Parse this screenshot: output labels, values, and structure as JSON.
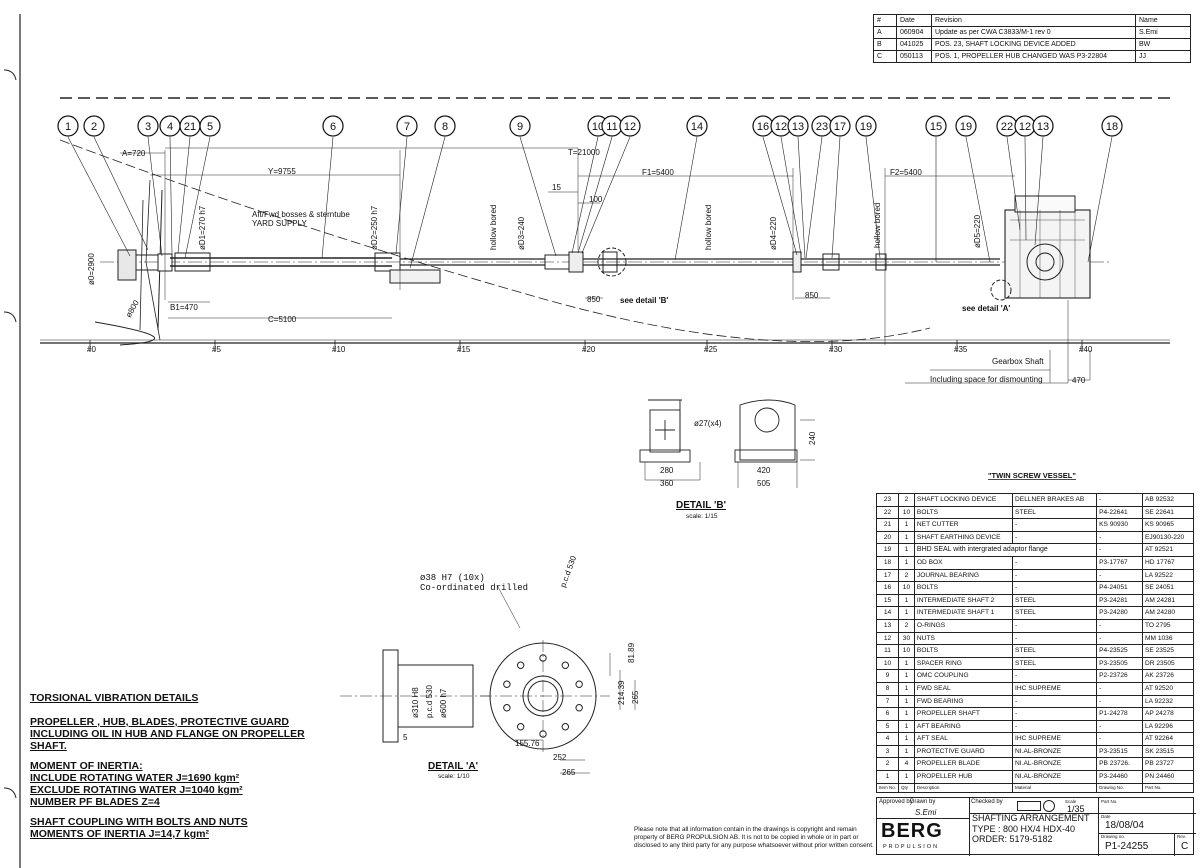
{
  "revisions": {
    "header": [
      "#",
      "Date",
      "Revision",
      "Name"
    ],
    "rows": [
      [
        "A",
        "060904",
        "Update as per CWA C3833/M-1 rev 0",
        "S.Emi"
      ],
      [
        "B",
        "041025",
        "POS. 23, SHAFT LOCKING DEVICE ADDED",
        "BW"
      ],
      [
        "C",
        "050113",
        "POS. 1, PROPELLER HUB CHANGED WAS P3-22804",
        "JJ"
      ]
    ]
  },
  "balloons": [
    "1",
    "2",
    "3",
    "4",
    "21",
    "5",
    "6",
    "7",
    "8",
    "9",
    "10",
    "11",
    "12",
    "14",
    "16",
    "12",
    "13",
    "23",
    "17",
    "19",
    "15",
    "19",
    "22",
    "12",
    "13",
    "18"
  ],
  "dims": {
    "a": "A=720",
    "y": "Y=9755",
    "t": "T=21000",
    "f1": "F1=5400",
    "f2": "F2=5400",
    "d15": "15",
    "d100": "100",
    "b1": "B1=470",
    "c": "C=5100",
    "d850a": "850",
    "d850b": "850",
    "phi_d": "ø0=2900",
    "phi_800": "ø800",
    "phi_d1": "øD1=270 h7",
    "phi_d2": "øD2=250 h7",
    "phi_d3": "øD3=240",
    "phi_d4": "øD4=220",
    "phi_d5": "øD5=220",
    "hollow1": "hollow bored",
    "hollow2": "hollow bored",
    "hollow3": "hollow bored",
    "yard": "Aft/Fwd bosses & sterntube",
    "yard2": "YARD SUPPLY",
    "detail_b_ref": "see detail 'B'",
    "detail_a_ref": "see detail 'A'",
    "frames": [
      "#0",
      "#5",
      "#10",
      "#15",
      "#20",
      "#25",
      "#30",
      "#35",
      "#40"
    ],
    "gearbox": "Gearbox Shaft",
    "dismount": "Including space for dismounting",
    "d470": "470"
  },
  "detail_b": {
    "title": "DETAIL 'B'",
    "scale": "scale: 1/15",
    "holes": "ø27(x4)",
    "d280": "280",
    "d360": "360",
    "d420": "420",
    "d505": "505",
    "d240": "240"
  },
  "detail_a": {
    "title": "DETAIL 'A'",
    "scale": "scale: 1/10",
    "holes": "ø38 H7 (10x)",
    "holes2": "Co-ordinated drilled",
    "pcd_note": "p.c.d 530",
    "d310": "ø310 H8",
    "pcd": "p.c.d 530",
    "d600": "ø600 h7",
    "d5": "5",
    "d155": "155.76",
    "d252": "252",
    "d265": "265",
    "d81": "81.89",
    "d214": "214.39",
    "d265v": "265"
  },
  "vessel_title": "\"TWIN SCREW VESSEL\"",
  "parts": {
    "rows": [
      [
        "23",
        "2",
        "SHAFT LOCKING DEVICE",
        "DELLNER BRAKES AB",
        "-",
        "AB 92532"
      ],
      [
        "22",
        "10",
        "BOLTS",
        "STEEL",
        "P4-22641",
        "SE 22641"
      ],
      [
        "21",
        "1",
        "NET CUTTER",
        "-",
        "KS 90930",
        "KS 90965"
      ],
      [
        "20",
        "1",
        "SHAFT EARTHING DEVICE",
        "-",
        "-",
        "EJ90130-220"
      ],
      [
        "19",
        "1",
        "BHD SEAL with intergrated adaptor flange",
        "",
        "-",
        "AT 92521"
      ],
      [
        "18",
        "1",
        "OD BOX",
        "-",
        "P3-17767",
        "HD 17767"
      ],
      [
        "17",
        "2",
        "JOURNAL BEARING",
        "-",
        "-",
        "LA 92522"
      ],
      [
        "16",
        "10",
        "BOLTS",
        "-",
        "P4-24051",
        "SE 24051"
      ],
      [
        "15",
        "1",
        "INTERMEDIATE SHAFT 2",
        "STEEL",
        "P3-24281",
        "AM 24281"
      ],
      [
        "14",
        "1",
        "INTERMEDIATE SHAFT 1",
        "STEEL",
        "P3-24280",
        "AM 24280"
      ],
      [
        "13",
        "2",
        "O-RINGS",
        "-",
        "-",
        "TO 2795"
      ],
      [
        "12",
        "30",
        "NUTS",
        "-",
        "-",
        "MM 1036"
      ],
      [
        "11",
        "10",
        "BOLTS",
        "STEEL",
        "P4-23525",
        "SE 23525"
      ],
      [
        "10",
        "1",
        "SPACER RING",
        "STEEL",
        "P3-23505",
        "DR 23505"
      ],
      [
        "9",
        "1",
        "OMC COUPLING",
        "-",
        "P2-23726",
        "AK 23726"
      ],
      [
        "8",
        "1",
        "FWD SEAL",
        "IHC SUPREME",
        "-",
        "AT 92520"
      ],
      [
        "7",
        "1",
        "FWD BEARING",
        "-",
        "-",
        "LA 92232"
      ],
      [
        "6",
        "1",
        "PROPELLER SHAFT",
        "-",
        "P1-24278",
        "AP 24278"
      ],
      [
        "5",
        "1",
        "AFT BEARING",
        "-",
        "-",
        "LA 92296"
      ],
      [
        "4",
        "1",
        "AFT SEAL",
        "IHC SUPREME",
        "-",
        "AT 92264"
      ],
      [
        "3",
        "1",
        "PROTECTIVE GUARD",
        "NI.AL-BRONZE",
        "P3-23515",
        "SK 23515"
      ],
      [
        "2",
        "4",
        "PROPELLER BLADE",
        "NI.AL-BRONZE",
        "PB 23726.",
        "PB 23727"
      ],
      [
        "1",
        "1",
        "PROPELLER HUB",
        "NI.AL-BRONZE",
        "P3-24460",
        "PN 24460"
      ]
    ],
    "header": [
      "Item No.",
      "Qty",
      "Description",
      "Material",
      "Drawing No.",
      "Part No."
    ]
  },
  "title_block": {
    "approved": "Approved by",
    "drawn": "Drawn by",
    "drawn_name": "S.Emi",
    "checked": "Checked by",
    "scale_label": "Scale",
    "scale": "1/35",
    "part_label": "Part No.",
    "logo": "BERG",
    "logo_sub": "PROPULSION",
    "title": "SHAFTING ARRANGEMENT",
    "type": "TYPE : 800 HX/4 HDX-40",
    "order": "ORDER: 5179-5182",
    "date_label": "Date",
    "date": "18/08/04",
    "drawing_label": "Drawing no.",
    "drawing": "P1-24255",
    "rev_label": "Rev.",
    "rev": "C"
  },
  "notes": {
    "l1": "TORSIONAL VIBRATION DETAILS",
    "l2": "PROPELLER , HUB, BLADES, PROTECTIVE GUARD",
    "l3": "INCLUDING OIL IN HUB AND FLANGE ON PROPELLER",
    "l4": "SHAFT.",
    "l5": "MOMENT OF INERTIA:",
    "l6": "INCLUDE ROTATING WATER J=1690 kgm²",
    "l7": "EXCLUDE ROTATING WATER J=1040 kgm²",
    "l8": "NUMBER PF BLADES Z=4",
    "l9": "SHAFT COUPLING WITH BOLTS AND NUTS",
    "l10": "MOMENTS OF INERTIA J=14,7 kgm²"
  },
  "copyright": "Please note that all information contain in the drawings is copyright and remain property of BERG PROPULSION AB. It is not to be copied in whole or in part or disclosed to any third party for any purpose whatsoever without prior written consent."
}
